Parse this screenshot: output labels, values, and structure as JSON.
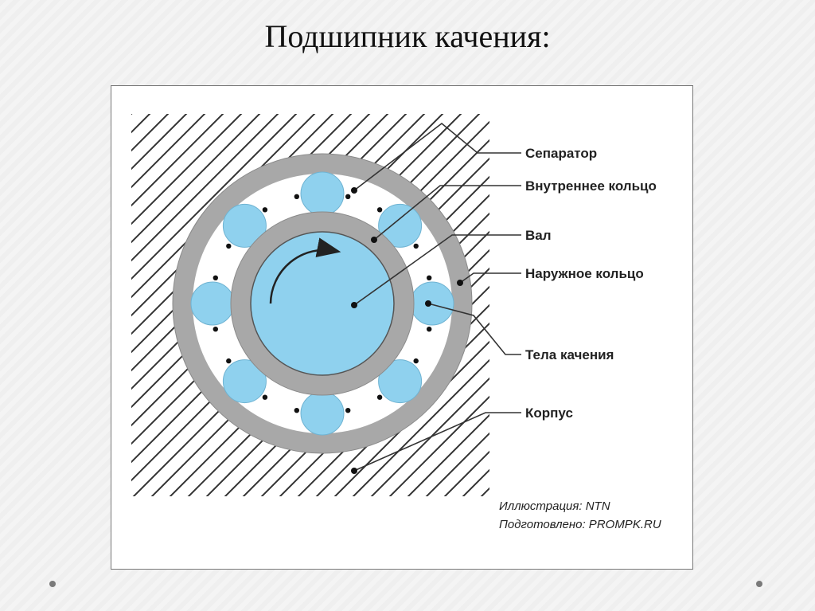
{
  "title": "Подшипник качения:",
  "labels": {
    "separator": "Сепаратор",
    "inner_ring": "Внутреннее кольцо",
    "shaft": "Вал",
    "outer_ring": "Наружное кольцо",
    "rolling_elements": "Тела качения",
    "housing": "Корпус"
  },
  "credits": {
    "illustration": "Иллюстрация: NTN",
    "prepared": "Подготовлено: PROMPK.RU"
  },
  "colors": {
    "ring_gray": "#a8a8a8",
    "ball_blue": "#8fd1ee",
    "hatch": "#333333"
  }
}
